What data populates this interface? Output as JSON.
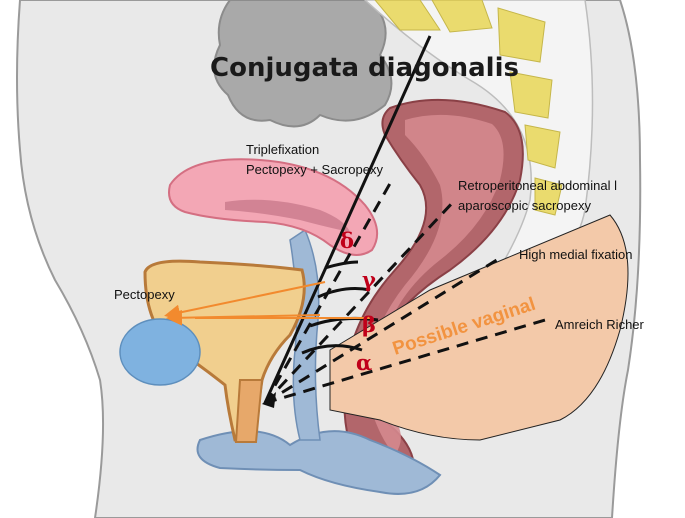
{
  "title": "Conjugata diagonalis",
  "labels": {
    "triplefixation_line1": "Triplefixation",
    "triplefixation_line2": "Pectopexy + Sacropexy",
    "retroperitoneal_line1": "Retroperitoneal abdominal l",
    "retroperitoneal_line2": "aparoscopic sacropexy",
    "high_medial": "High medial fixation",
    "pectopexy": "Pectopexy",
    "amreich": "Amreich Richer",
    "possible_vaginal": "Possible vaginal"
  },
  "angles": {
    "delta": "δ",
    "gamma": "γ",
    "beta": "β",
    "alpha": "α"
  },
  "colors": {
    "body_fill": "#e9e9e9",
    "intestine": "#a9a9a9",
    "spine": "#eadb6e",
    "bladder": "#f1cf8e",
    "uterus": "#f3a7b5",
    "rectum": "#b2666b",
    "vagina_area": "#f3c9a9",
    "pelvic_floor": "#9fb9d6",
    "pubic_bone": "#7fb2e0",
    "angle_text": "#c0001a",
    "arrow": "#f28a2e",
    "line": "#111111"
  }
}
